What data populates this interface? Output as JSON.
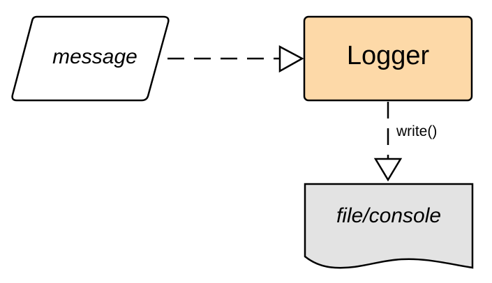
{
  "nodes": {
    "message": {
      "label": "message",
      "fill": "#ffffff"
    },
    "logger": {
      "label": "Logger",
      "fill": "#fdd9a8"
    },
    "file_console": {
      "label": "file/console",
      "fill": "#e3e3e3"
    }
  },
  "edges": {
    "message_to_logger": {
      "label": ""
    },
    "logger_to_file": {
      "label": "write()"
    }
  },
  "colors": {
    "stroke": "#000000",
    "logger_fill": "#fdd9a8",
    "file_fill": "#e3e3e3"
  }
}
